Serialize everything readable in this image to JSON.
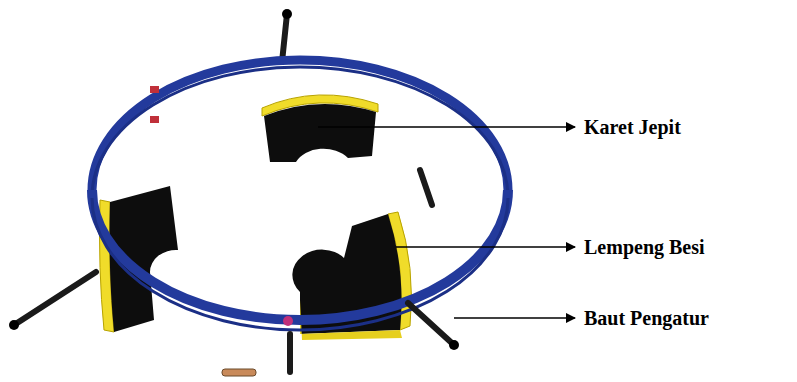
{
  "diagram": {
    "labels": [
      "Karet Jepit",
      "Lempeng Besi",
      "Baut Pengatur"
    ]
  }
}
